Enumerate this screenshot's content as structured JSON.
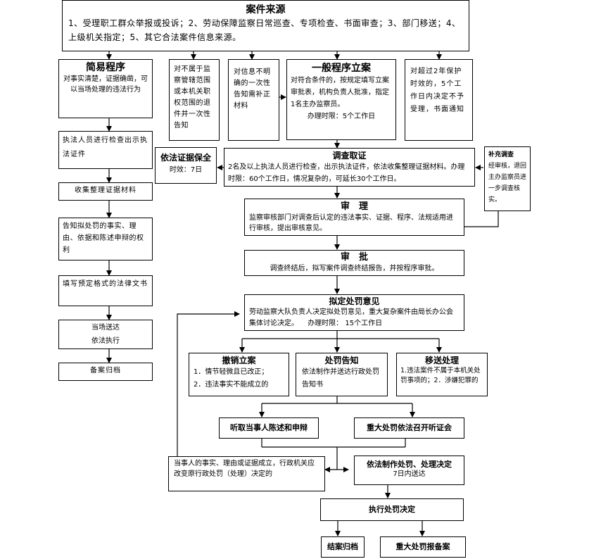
{
  "source": {
    "title": "案件来源",
    "body": "1、受理职工群众举报或投诉；2、劳动保障监察日常巡查、专项检查、书面审查；3、部门移送；4、上级机关指定；5、其它合法案件信息来源。"
  },
  "simple": {
    "title": "简易程序",
    "body": "对事实清楚，证据确凿，可以当场处理的违法行为",
    "steps": [
      "执法人员进行检查出示执法证件",
      "收集整理证据材料",
      "告知拟处罚的事实、理由、依据和陈述申辩的权利",
      "填写预定格式的法律文书",
      "当场送达",
      "依法执行",
      "备案归档"
    ]
  },
  "not_jurisdiction": {
    "body": "对不属于监察管辖范围或本机关职权范围的退件并一次性告知"
  },
  "unclear_info": {
    "body": "对信息不明确的一次性告知需补正材料"
  },
  "general": {
    "title": "一般程序立案",
    "body": "对符合条件的，按规定填写立案审批表，机构负责人批准，指定1名主办监察员。",
    "deadline": "办理时限：5个工作日"
  },
  "expired": {
    "body": "对超过2年保护时效的，5个工作日内决定不予受理，书面通知"
  },
  "preserve": {
    "title": "依法证据保全",
    "body": "时效：7日"
  },
  "investigate": {
    "title": "调查取证",
    "body": "2名及以上执法人员进行检查，出示执法证件，依法收集整理证据材料。办理时限：60个工作日，情况复杂的，可延长30个工作日。"
  },
  "supplement": {
    "title": "补充调查",
    "body": "经审核，退回主办监察员进一步调查核实。"
  },
  "review": {
    "title": "审　理",
    "body": "监察审核部门对调查后认定的违法事实、证据、程序、法规适用进行审核，提出审核意见。"
  },
  "approve": {
    "title": "审　批",
    "body": "调查终结后，拟写案件调查终结报告，并按程序审批。"
  },
  "opinion": {
    "title": "拟定处罚意见",
    "body": "劳动监察大队负责人决定拟处罚意见，重大复杂案件由局长办公会集体讨论决定。",
    "deadline": "办理时限： 15个工作日"
  },
  "revoke": {
    "title": "撤销立案",
    "items": [
      "1．情节轻微且已改正；",
      "2．违法事实不能成立的"
    ]
  },
  "notice": {
    "title": "处罚告知",
    "body": "依法制作并送达行政处罚告知书"
  },
  "transfer": {
    "title": "移送处理",
    "body": "1.违法案件不属于本机关处罚事项的；2．涉嫌犯罪的"
  },
  "hear_statement": {
    "title": "听取当事人陈述和申辩"
  },
  "hearing": {
    "title": "重大处罚依法召开听证会"
  },
  "change": {
    "body": "当事人的事实、理由或证据成立，行政机关应改变原行政处罚（处理）决定的"
  },
  "decision": {
    "title": "依法制作处罚、处理决定",
    "body": "7日内送达"
  },
  "execute": {
    "title": "执行处罚决定"
  },
  "close": {
    "title": "结案归档"
  },
  "report": {
    "title": "重大处罚报备案"
  }
}
